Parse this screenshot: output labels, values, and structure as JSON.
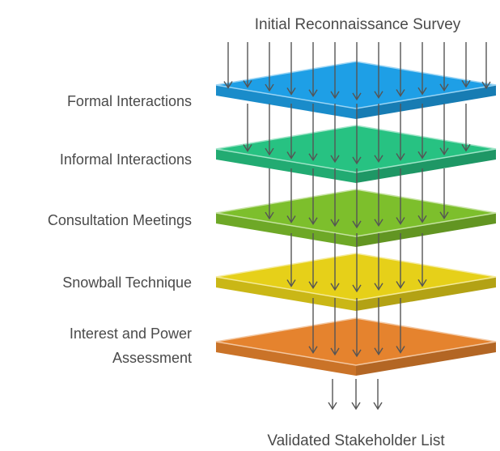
{
  "diagram": {
    "top_label": "Initial Reconnaissance Survey",
    "bottom_label": "Validated Stakeholder List",
    "layers": [
      {
        "lines": [
          "Formal Interactions"
        ],
        "color": "#1e9fe6"
      },
      {
        "lines": [
          "Informal Interactions"
        ],
        "color": "#27c282"
      },
      {
        "lines": [
          "Consultation Meetings"
        ],
        "color": "#7dbf2c"
      },
      {
        "lines": [
          "Snowball Technique"
        ],
        "color": "#e6d019"
      },
      {
        "lines": [
          "Interest and Power",
          "Assessment"
        ],
        "color": "#e5832e"
      }
    ]
  }
}
